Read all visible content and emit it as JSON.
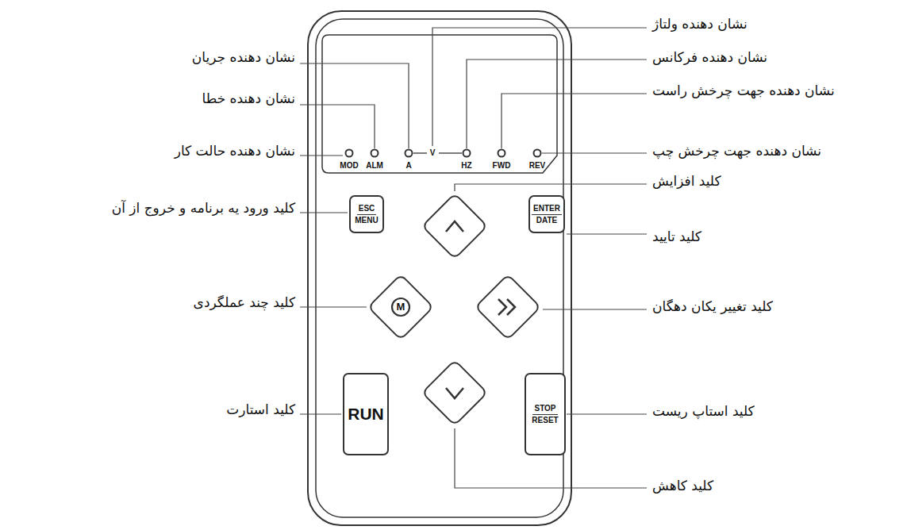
{
  "diagram": {
    "nodes": [
      {
        "text": [
          "ESC",
          "MENU"
        ]
      },
      {
        "text": [
          "ENTER",
          "DATE"
        ]
      },
      {
        "text": [
          "M"
        ]
      },
      {
        "text": [
          "RUN"
        ]
      },
      {
        "text": [
          "STOP",
          "RESET"
        ]
      }
    ],
    "labels": [
      "نشان دهنده ولتاژ",
      "نشان دهنده فرکانس",
      "نشان دهنده جریان",
      "نشان دهنده جهت چرخش راست",
      "نشان دهنده خطا",
      "نشان دهنده جهت چرخش چپ",
      "نشان دهنده حالت کار",
      "MOD",
      "ALM",
      "A",
      "V",
      "HZ",
      "FWD",
      "REV",
      "کلید افزایش",
      "کلید ورود یه برنامه و خروج از آن",
      "کلید تایید",
      "کلید چند عملگردی",
      "کلید تغییر یکان دهگان",
      "کلید استاپ ریست",
      "کلید استارت",
      "کلید کاهش"
    ]
  }
}
